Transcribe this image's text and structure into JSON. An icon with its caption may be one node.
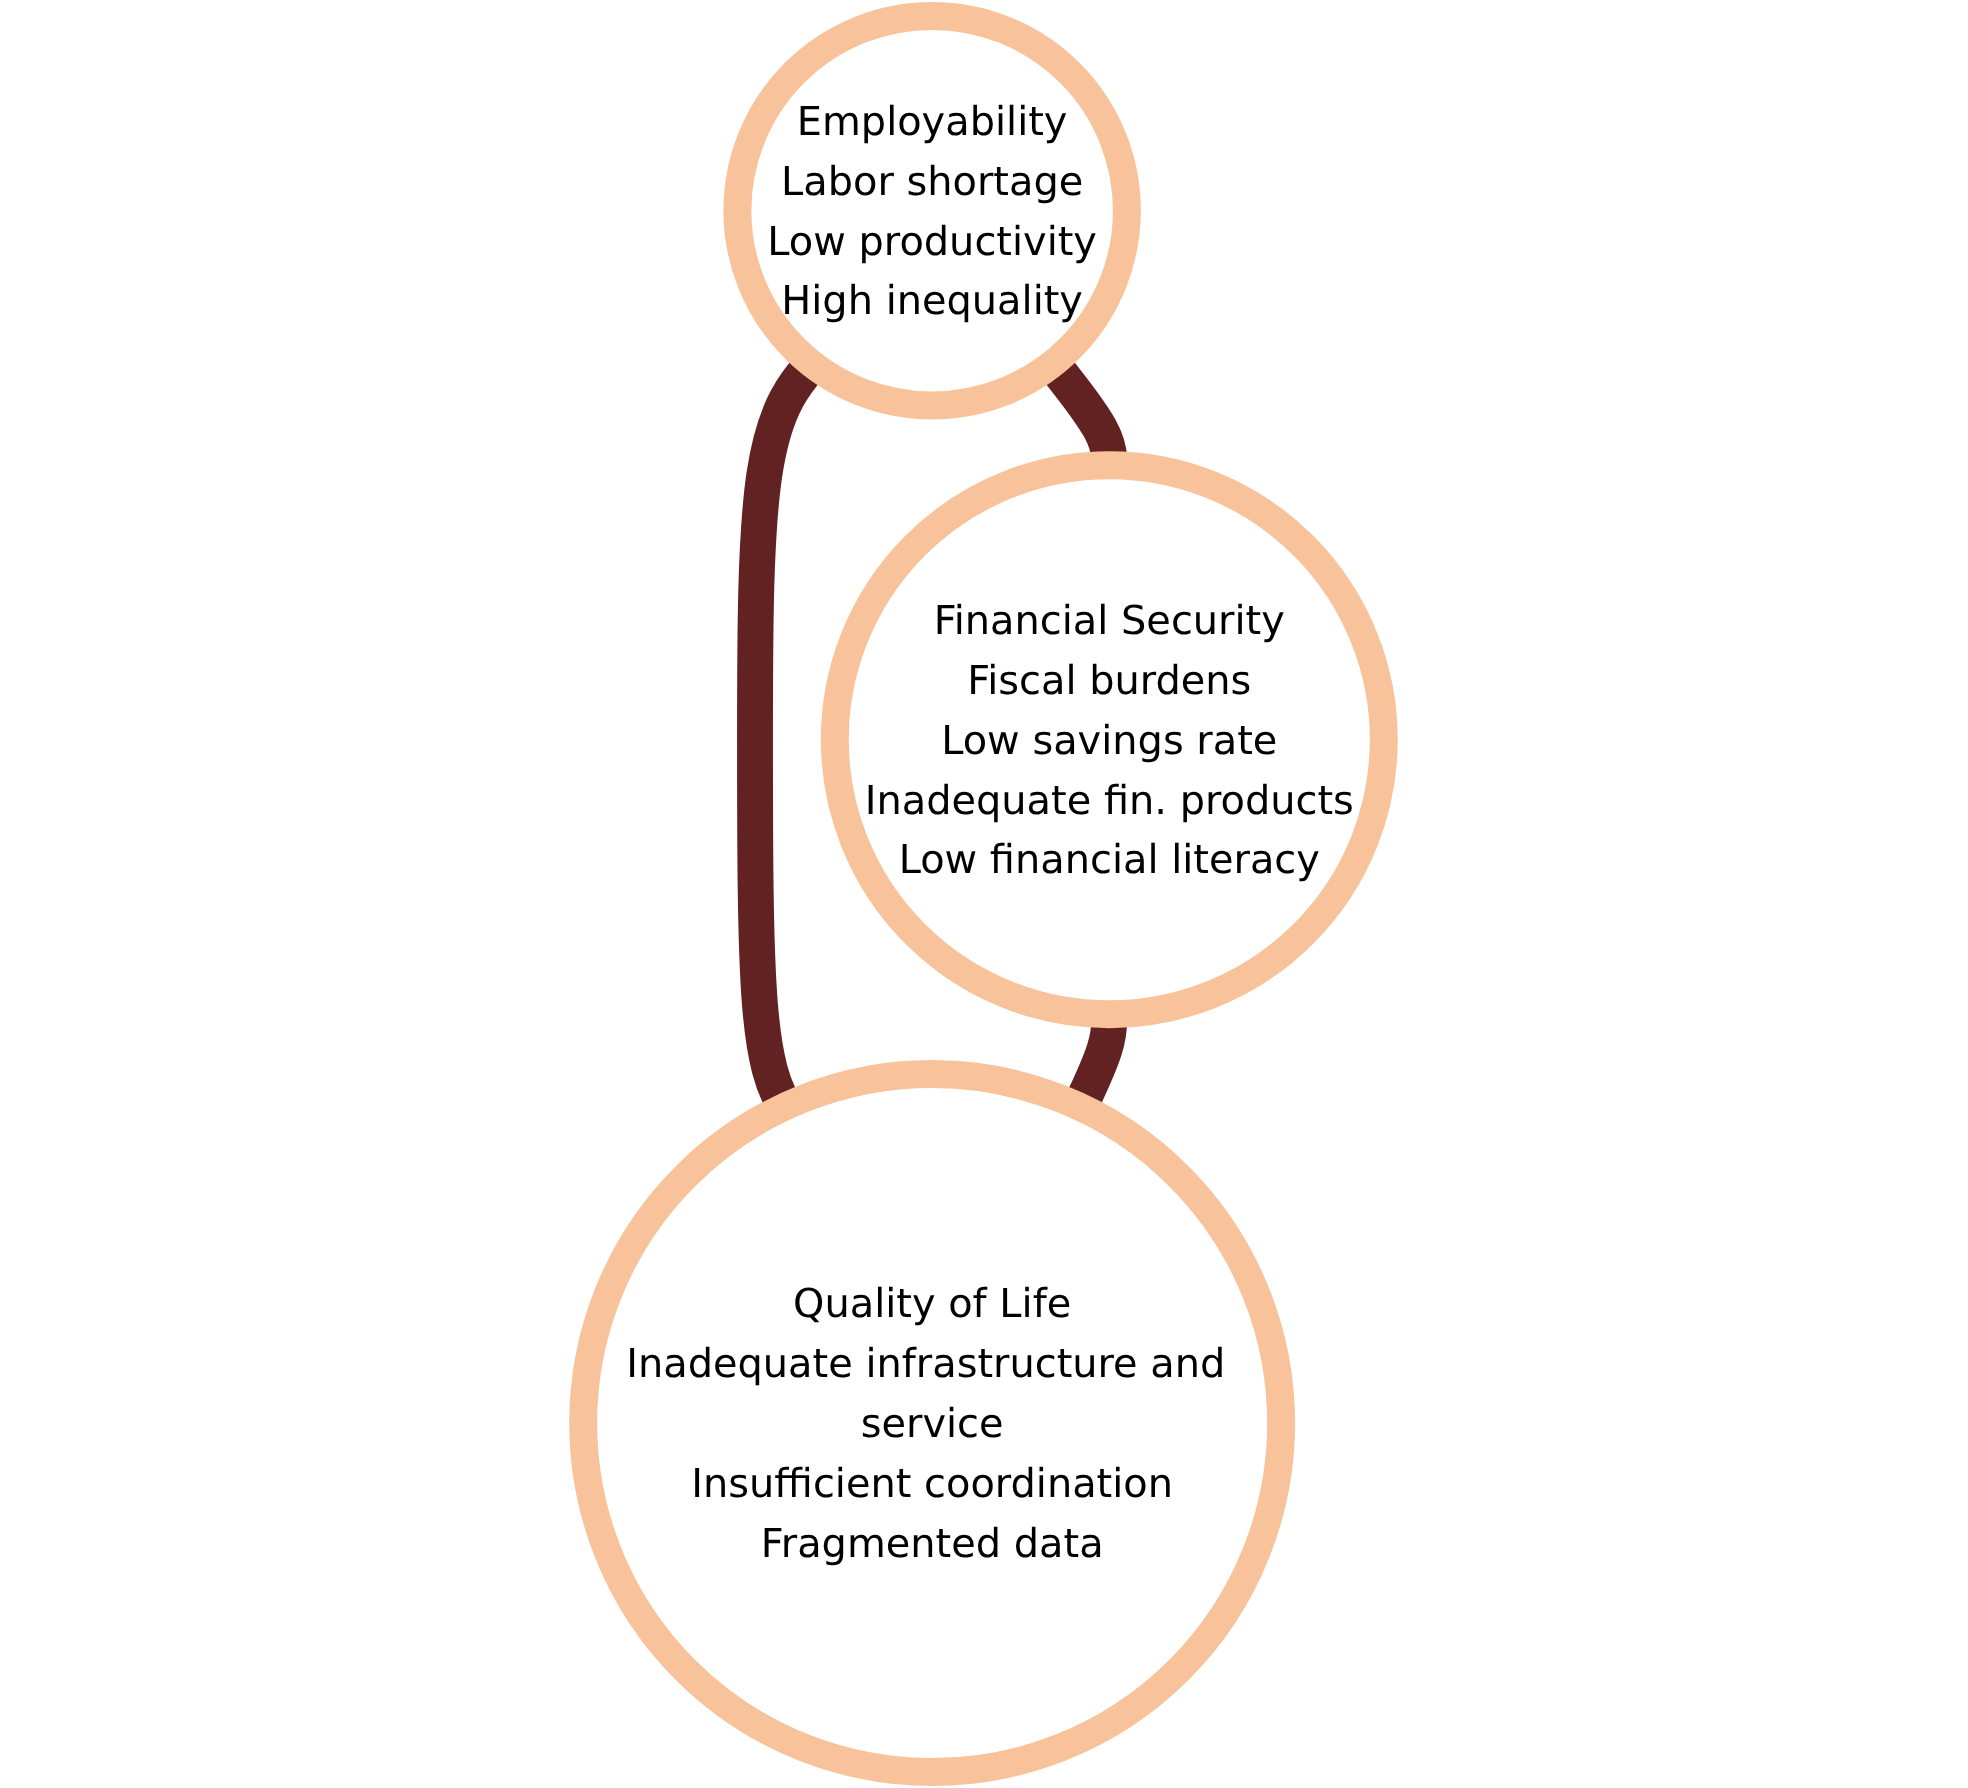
{
  "diagram": {
    "nodes": [
      {
        "text": [
          "Employability",
          "Labor shortage",
          "Low productivity",
          "High inequality"
        ]
      },
      {
        "text": [
          "Financial Security",
          "Fiscal burdens",
          "Low savings rate",
          "Inadequate fin. products",
          "Low financial literacy"
        ]
      },
      {
        "text": [
          "Quality of Life",
          "Inadequate infrastructure and service",
          "Insufficient coordination",
          "Fragmented data"
        ]
      }
    ],
    "edges": [
      {
        "from": 0,
        "to": 1,
        "arrow": "none"
      },
      {
        "from": 0,
        "to": 2,
        "arrow": "none"
      },
      {
        "from": 1,
        "to": 2,
        "arrow": "none"
      }
    ]
  }
}
